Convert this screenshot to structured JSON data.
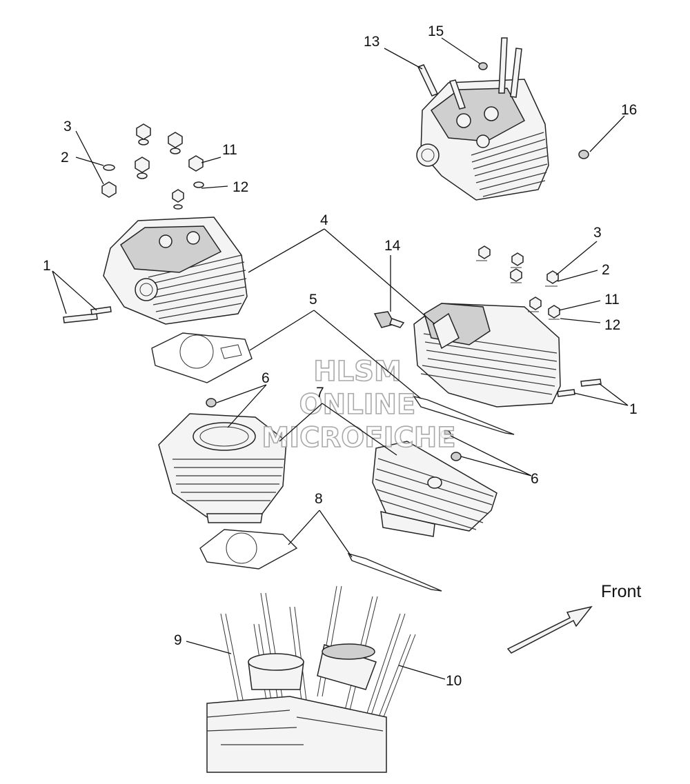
{
  "front_label": "Front",
  "watermark": {
    "line1": "HLSM",
    "line2": "ONLINE",
    "line3": "MICROFICHE"
  },
  "callouts": [
    {
      "id": "c1a",
      "text": "1"
    },
    {
      "id": "c2a",
      "text": "2"
    },
    {
      "id": "c3a",
      "text": "3"
    },
    {
      "id": "c11a",
      "text": "11"
    },
    {
      "id": "c12a",
      "text": "12"
    },
    {
      "id": "c13",
      "text": "13"
    },
    {
      "id": "c15",
      "text": "15"
    },
    {
      "id": "c16",
      "text": "16"
    },
    {
      "id": "c4",
      "text": "4"
    },
    {
      "id": "c14",
      "text": "14"
    },
    {
      "id": "c3b",
      "text": "3"
    },
    {
      "id": "c2b",
      "text": "2"
    },
    {
      "id": "c11b",
      "text": "11"
    },
    {
      "id": "c12b",
      "text": "12"
    },
    {
      "id": "c1b",
      "text": "1"
    },
    {
      "id": "c5",
      "text": "5"
    },
    {
      "id": "c6a",
      "text": "6"
    },
    {
      "id": "c7",
      "text": "7"
    },
    {
      "id": "c6b",
      "text": "6"
    },
    {
      "id": "c8",
      "text": "8"
    },
    {
      "id": "c9",
      "text": "9"
    },
    {
      "id": "c10",
      "text": "10"
    }
  ]
}
